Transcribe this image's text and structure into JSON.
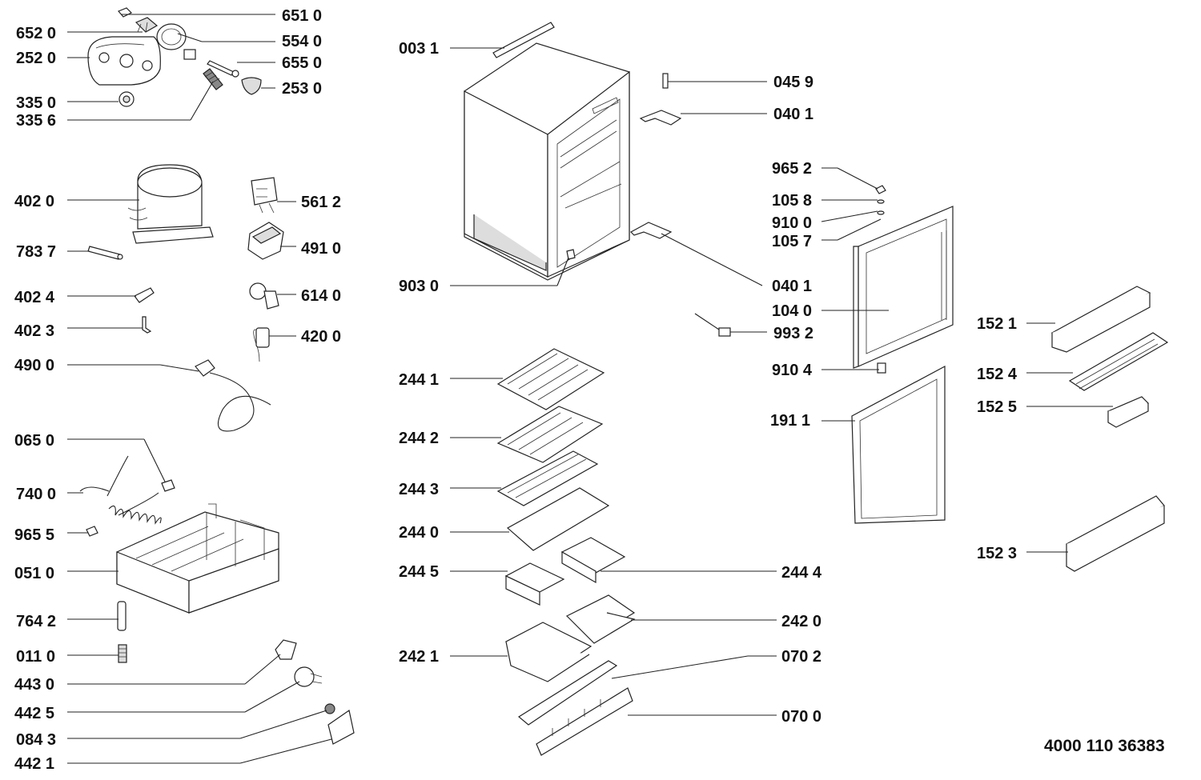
{
  "diagram": {
    "document_number": "4000 110 36383",
    "labels": {
      "l6510": "651 0",
      "l6520": "652 0",
      "l5540": "554 0",
      "l2520": "252 0",
      "l6550": "655 0",
      "l2530": "253 0",
      "l3350": "335 0",
      "l3356": "335 6",
      "l4020": "402 0",
      "l5612": "561 2",
      "l7837": "783 7",
      "l4910": "491 0",
      "l4024": "402 4",
      "l6140": "614 0",
      "l4023": "402 3",
      "l4200": "420 0",
      "l4900": "490 0",
      "l0650": "065 0",
      "l7400": "740 0",
      "l9655": "965 5",
      "l0510": "051 0",
      "l7642": "764 2",
      "l0110": "011 0",
      "l4430": "443 0",
      "l4425": "442 5",
      "l0843": "084 3",
      "l4421": "442 1",
      "l0031": "003 1",
      "l9030": "903 0",
      "l2441": "244 1",
      "l2442": "244 2",
      "l2443": "244 3",
      "l2440": "244 0",
      "l2445": "244 5",
      "l2421": "242 1",
      "l0459": "045 9",
      "l0401a": "040 1",
      "l9652": "965 2",
      "l1058": "105 8",
      "l9100": "910 0",
      "l1057": "105 7",
      "l0401b": "040 1",
      "l1040": "104 0",
      "l9932": "993 2",
      "l9104": "910 4",
      "l1911": "191 1",
      "l2444": "244 4",
      "l2420": "242 0",
      "l0702": "070 2",
      "l0700": "070 0",
      "l1521": "152 1",
      "l1524": "152 4",
      "l1525": "152 5",
      "l1523": "152 3"
    }
  }
}
